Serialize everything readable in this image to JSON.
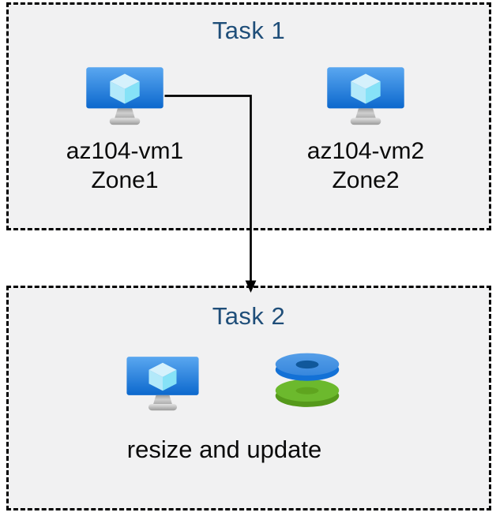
{
  "task1": {
    "title": "Task 1",
    "vms": [
      {
        "name": "az104-vm1",
        "zone": "Zone1",
        "icon": "virtual-machine-icon"
      },
      {
        "name": "az104-vm2",
        "zone": "Zone2",
        "icon": "virtual-machine-icon"
      }
    ]
  },
  "task2": {
    "title": "Task 2",
    "caption": "resize and update",
    "icons": [
      "virtual-machine-icon",
      "managed-disks-icon"
    ]
  },
  "connector": {
    "type": "elbow-arrow"
  },
  "colors": {
    "title_text": "#1f4e79",
    "label_text": "#0a0a0a",
    "box_background": "#f1f1f2",
    "box_border": "#000000",
    "arrow": "#000000",
    "vm_monitor_top": "#5aa7f0",
    "vm_monitor_bottom": "#0c68cd",
    "cube_top_face": "#d5f1fc",
    "cube_left_face": "#b3e9fa",
    "cube_right_face": "#86e2f7",
    "disk_blue_top": "#4191e2",
    "disk_blue_side": "#1371d6",
    "disk_blue_hole": "#10589b",
    "disk_green_top": "#6cb92d",
    "disk_green_side": "#55991b",
    "disk_green_hole": "#5fa51f"
  }
}
